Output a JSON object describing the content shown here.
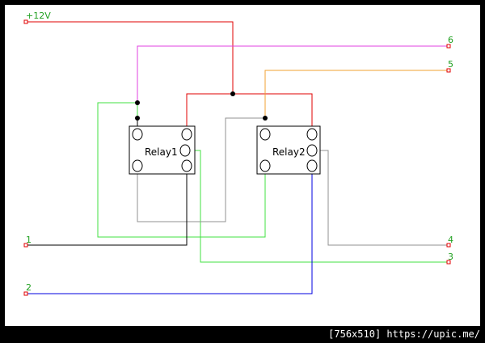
{
  "terminals": {
    "plus12v": "+12V",
    "t6": "6",
    "t5": "5",
    "t4": "4",
    "t3": "3",
    "t2": "2",
    "t1": "1"
  },
  "relays": {
    "relay1": "Relay1",
    "relay2": "Relay2"
  },
  "colors": {
    "red": "#e00000",
    "magenta": "#e040e0",
    "orange": "#f0a030",
    "green": "#40e040",
    "gray": "#909090",
    "black": "#000000",
    "blue": "#0000e0",
    "label_green": "#20a020"
  },
  "footer": "[756x510] https://upic.me/"
}
